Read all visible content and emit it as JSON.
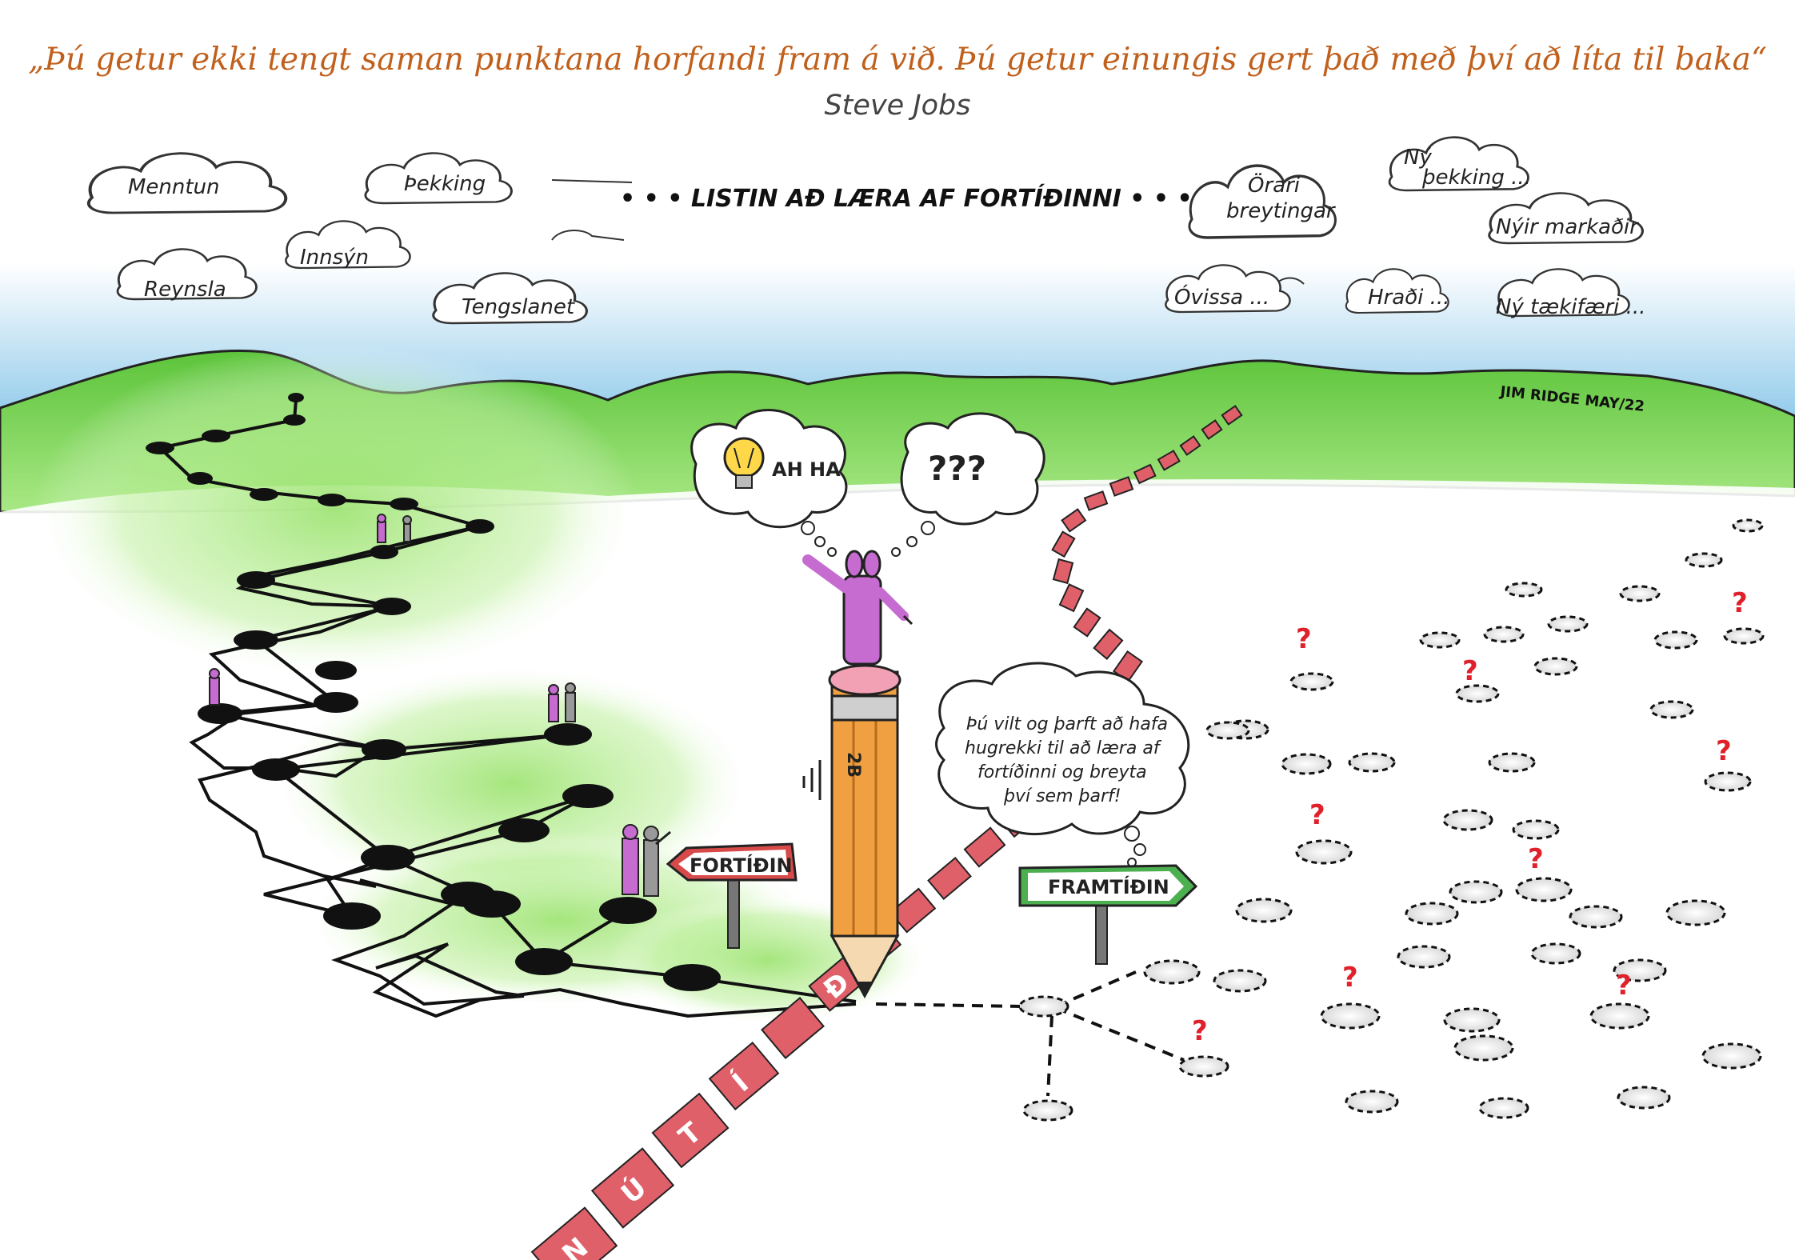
{
  "quote": "„Þú getur ekki tengt saman punktana horfandi fram á við. Þú getur einungis gert það með því að líta til baka“",
  "author": "Steve Jobs",
  "heading": "• • •  LISTIN AÐ LÆRA AF FORTÍÐINNI  • • • •",
  "clouds_left": [
    "Menntun",
    "Þekking",
    "Innsýn",
    "Reynsla",
    "Tengslanet"
  ],
  "clouds_right": {
    "orari": [
      "Örari",
      "breytingar"
    ],
    "ny_thekking": [
      "Ný",
      "þekking ..."
    ],
    "nyir_markadir": "Nýir markaðir",
    "ovissa": "Óvissa ...",
    "hradi": "Hraði ...",
    "ny_taekifaeri": "Ný tækifæri ..."
  },
  "signature": "JIM RIDGE MAY/22",
  "thought_left": "AH HA",
  "thought_right": "???",
  "pencil_label": "2B",
  "sign_past": "FORTÍÐIN",
  "sign_future": "FRAMTÍÐIN",
  "speech": [
    "Þú vilt og þarft að hafa",
    "hugrekki til að læra af",
    "fortíðinni og breyta",
    "því sem þarf!"
  ],
  "present_letters": [
    "Ð",
    "Í",
    "T",
    "Ú",
    "N"
  ],
  "colors": {
    "quote": "#c0601c",
    "hills": "#6fcf4a",
    "sky": "#8ec9ea",
    "path_red": "#e0606a",
    "person": "#c66bd0",
    "pencil": "#f0a040",
    "sign_past": "#d84a4a",
    "sign_future": "#4caf50"
  }
}
